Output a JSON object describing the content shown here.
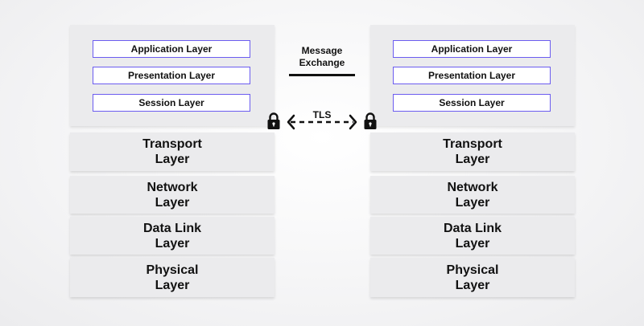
{
  "left_stack": {
    "upper_layers": [
      "Application Layer",
      "Presentation Layer",
      "Session Layer"
    ],
    "lower_layers": [
      {
        "line1": "Transport",
        "line2": "Layer"
      },
      {
        "line1": "Network",
        "line2": "Layer"
      },
      {
        "line1": "Data Link",
        "line2": "Layer"
      },
      {
        "line1": "Physical",
        "line2": "Layer"
      }
    ]
  },
  "right_stack": {
    "upper_layers": [
      "Application Layer",
      "Presentation Layer",
      "Session Layer"
    ],
    "lower_layers": [
      {
        "line1": "Transport",
        "line2": "Layer"
      },
      {
        "line1": "Network",
        "line2": "Layer"
      },
      {
        "line1": "Data Link",
        "line2": "Layer"
      },
      {
        "line1": "Physical",
        "line2": "Layer"
      }
    ]
  },
  "connector": {
    "message_line1": "Message",
    "message_line2": "Exchange",
    "tls_label": "TLS"
  },
  "icons": {
    "lock": "lock-icon",
    "arrow": "double-arrow-icon"
  },
  "colors": {
    "sublayer_border": "#6b5cf0",
    "block_fill": "#ebebed",
    "text": "#111111"
  }
}
